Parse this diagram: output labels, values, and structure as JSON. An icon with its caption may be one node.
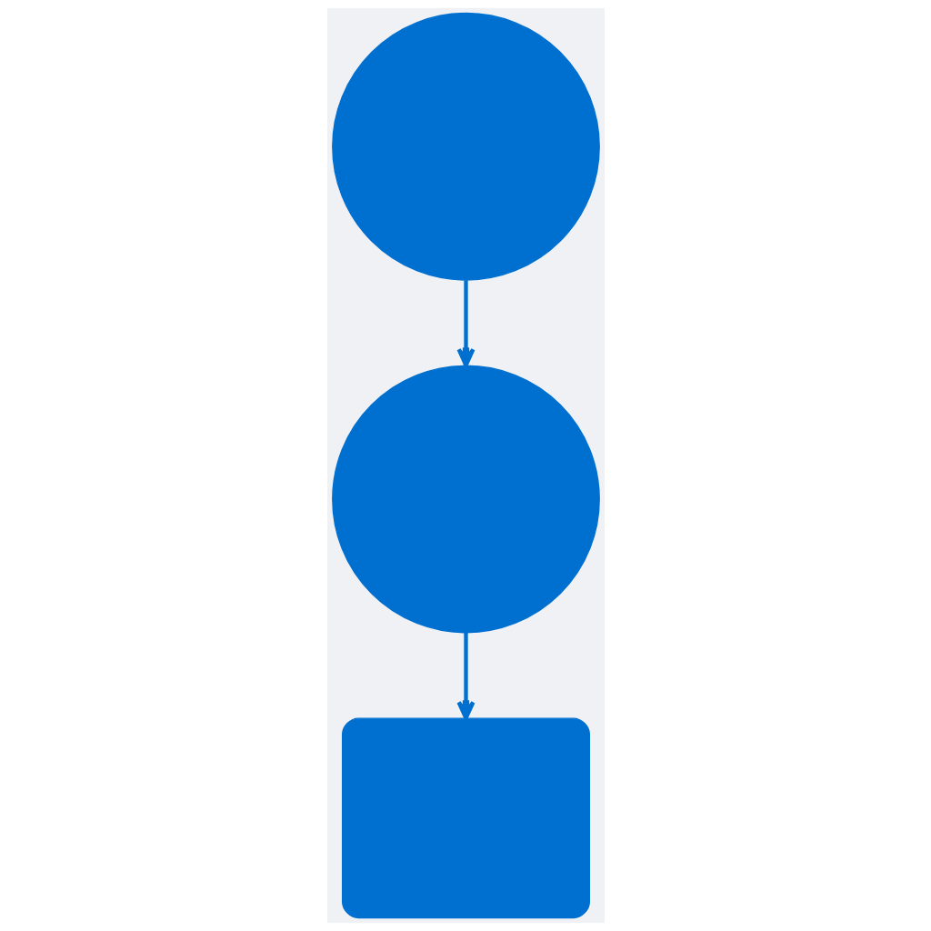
{
  "diagram": {
    "nodes": [
      {
        "text": [],
        "shape": "circle"
      },
      {
        "text": [],
        "shape": "circle"
      },
      {
        "text": [],
        "shape": "box"
      }
    ],
    "edges": [
      {
        "from": 0,
        "to": 1,
        "arrow": "to"
      },
      {
        "from": 1,
        "to": 2,
        "arrow": "to"
      }
    ]
  }
}
